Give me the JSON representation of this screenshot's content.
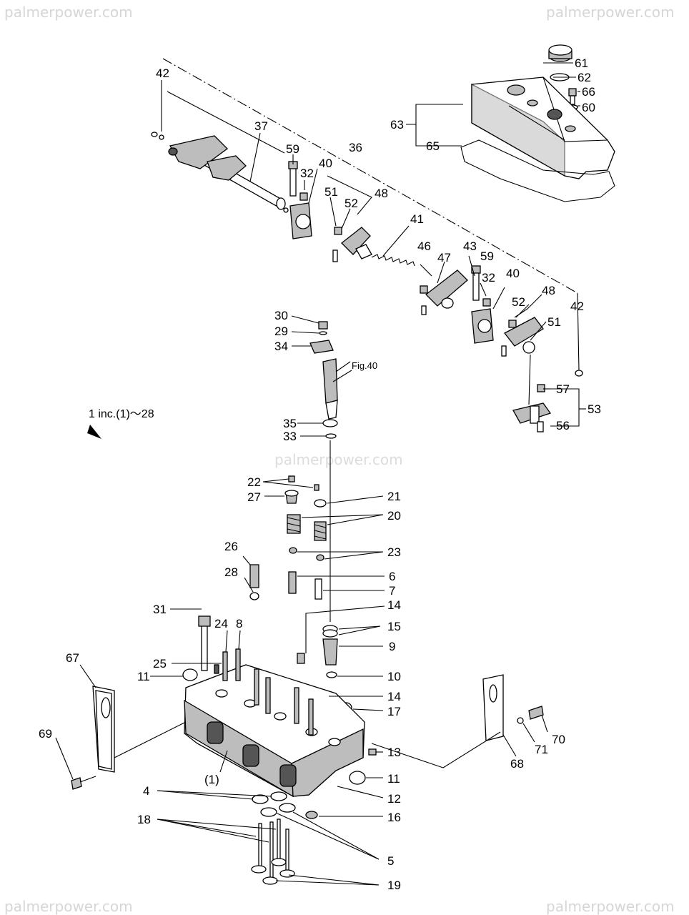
{
  "watermarks": {
    "top_left": "palmerpower.com",
    "top_right": "palmerpower.com",
    "center": "palmerpower.com",
    "bottom_left": "palmerpower.com",
    "bottom_right": "palmerpower.com"
  },
  "figure_reference": "Fig.40",
  "assembly_note": "1 inc.(1)～28",
  "callouts": {
    "c61": "61",
    "c62": "62",
    "c66": "66",
    "c60": "60",
    "c63": "63",
    "c65": "65",
    "c42a": "42",
    "c37": "37",
    "c36": "36",
    "c59a": "59",
    "c32a": "32",
    "c40a": "40",
    "c51a": "51",
    "c52a": "52",
    "c48a": "48",
    "c41": "41",
    "c46": "46",
    "c47": "47",
    "c43": "43",
    "c59b": "59",
    "c32b": "32",
    "c40b": "40",
    "c48b": "48",
    "c52b": "52",
    "c51b": "51",
    "c42b": "42",
    "c30": "30",
    "c29": "29",
    "c34": "34",
    "c57": "57",
    "c53": "53",
    "c56": "56",
    "c35": "35",
    "c33": "33",
    "c22": "22",
    "c27": "27",
    "c21": "21",
    "c20": "20",
    "c23": "23",
    "c26": "26",
    "c28": "28",
    "c6": "6",
    "c7": "7",
    "c31": "31",
    "c14a": "14",
    "c15": "15",
    "c24": "24",
    "c8": "8",
    "c9": "9",
    "c25": "25",
    "c67": "67",
    "c11a": "11",
    "c10": "10",
    "c14b": "14",
    "c17": "17",
    "c69": "69",
    "c70": "70",
    "c71": "71",
    "c68": "68",
    "c13": "13",
    "c1": "(1)",
    "c11b": "11",
    "c4": "4",
    "c12": "12",
    "c16": "16",
    "c18": "18",
    "c5": "5",
    "c19": "19"
  }
}
